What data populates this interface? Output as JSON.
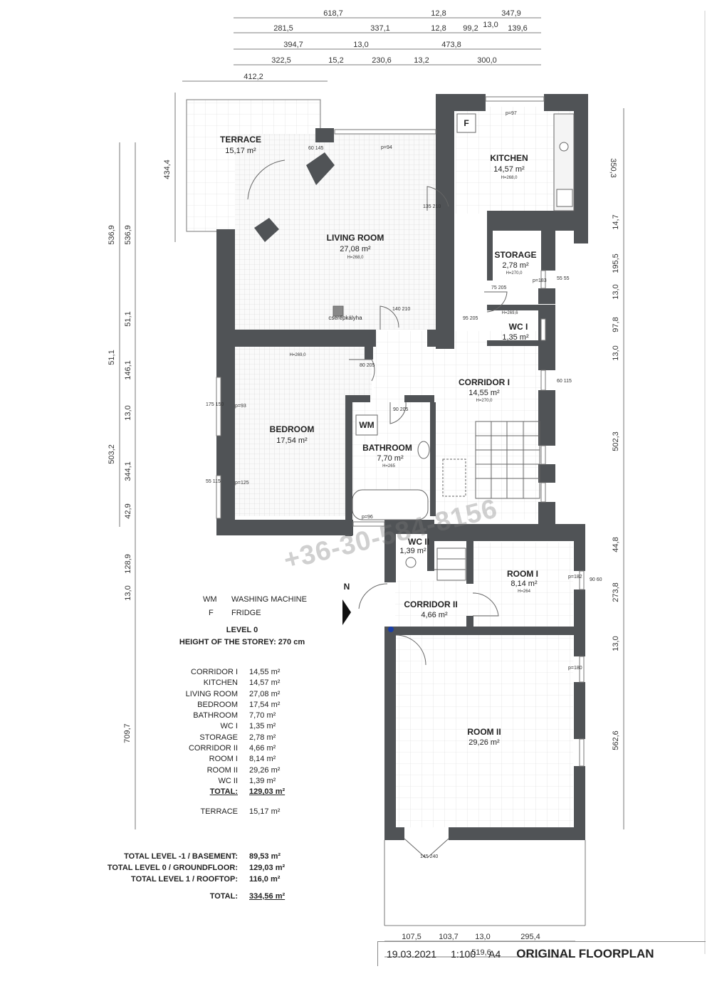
{
  "dimensions": {
    "top_row1": [
      "618,7",
      "12,8",
      "347,9"
    ],
    "top_row2": [
      "281,5",
      "337,1",
      "12,8",
      "99,2",
      "13,0",
      "139,6"
    ],
    "top_row3": [
      "394,7",
      "13,0",
      "473,8"
    ],
    "top_row4": [
      "322,5",
      "15,2",
      "230,6",
      "13,2",
      "300,0"
    ],
    "terrace_width": "412,2",
    "terrace_height": "434,4",
    "left_outer": [
      "536,9",
      "51,1",
      "503,2",
      "709,7"
    ],
    "left_inner": [
      "536,9",
      "51,1",
      "146,1",
      "13,0",
      "344,1",
      "42,9",
      "128,9",
      "13,0"
    ],
    "right_side": [
      "350,3",
      "14,7",
      "195,5",
      "13,0",
      "97,8",
      "13,0",
      "502,3",
      "44,8",
      "273,8",
      "13,0",
      "562,6"
    ],
    "bottom_row1": [
      "107,5",
      "103,7",
      "13,0",
      "295,4"
    ],
    "bottom_total": "519,6"
  },
  "rooms": [
    {
      "name": "TERRACE",
      "area": "15,17 m²"
    },
    {
      "name": "KITCHEN",
      "area": "14,57 m²",
      "height": "H=268,0"
    },
    {
      "name": "LIVING ROOM",
      "area": "27,08 m²",
      "height": "H=268,0"
    },
    {
      "name": "STORAGE",
      "area": "2,78 m²",
      "height": "H=270,0"
    },
    {
      "name": "WC I",
      "area": "1,35 m²",
      "height": "H=269,6"
    },
    {
      "name": "CORRIDOR I",
      "area": "14,55 m²",
      "height": "H=270,0"
    },
    {
      "name": "BEDROOM",
      "area": "17,54 m²",
      "height": "H=269,0"
    },
    {
      "name": "BATHROOM",
      "area": "7,70 m²",
      "height": "H=265"
    },
    {
      "name": "WC II",
      "area": "1,39 m²"
    },
    {
      "name": "ROOM I",
      "area": "8,14 m²",
      "height": "H=264"
    },
    {
      "name": "CORRIDOR II",
      "area": "4,66 m²"
    },
    {
      "name": "ROOM II",
      "area": "29,26 m²"
    }
  ],
  "fixture_labels": {
    "fridge": "F",
    "washing_machine": "WM",
    "stove": "cserépkályha",
    "north": "N"
  },
  "openings": [
    "60\n145",
    "p=94",
    "p=97",
    "135\n210",
    "75\n205",
    "p=183",
    "55\n55",
    "80\n205",
    "90\n205",
    "175\n150",
    "p=93",
    "55\n115",
    "p=125",
    "60\n115",
    "p=96",
    "90\n60",
    "p=182",
    "p=180",
    "145\n240",
    "140\n210",
    "95\n205"
  ],
  "legend": [
    {
      "code": "WM",
      "text": "WASHING MACHINE"
    },
    {
      "code": "F",
      "text": "FRIDGE"
    }
  ],
  "level_title": "LEVEL 0",
  "storey_height": "HEIGHT OF THE STOREY: 270 cm",
  "area_list": [
    {
      "name": "CORRIDOR I",
      "value": "14,55 m²"
    },
    {
      "name": "KITCHEN",
      "value": "14,57 m²"
    },
    {
      "name": "LIVING ROOM",
      "value": "27,08 m²"
    },
    {
      "name": "BEDROOM",
      "value": "17,54 m²"
    },
    {
      "name": "BATHROOM",
      "value": "7,70 m²"
    },
    {
      "name": "WC I",
      "value": "1,35 m²"
    },
    {
      "name": "STORAGE",
      "value": "2,78 m²"
    },
    {
      "name": "CORRIDOR II",
      "value": "4,66 m²"
    },
    {
      "name": "ROOM I",
      "value": "8,14 m²"
    },
    {
      "name": "ROOM II",
      "value": "29,26 m²"
    },
    {
      "name": "WC II",
      "value": "1,39 m²"
    }
  ],
  "area_total": {
    "name": "TOTAL:",
    "value": "129,03 m²"
  },
  "terrace_entry": {
    "name": "TERRACE",
    "value": "15,17 m²"
  },
  "level_totals": [
    {
      "name": "TOTAL LEVEL -1 / BASEMENT:",
      "value": "89,53 m²",
      "underline": false
    },
    {
      "name": "TOTAL LEVEL 0 / GROUNDFLOOR:",
      "value": "129,03 m²",
      "underline": false
    },
    {
      "name": "TOTAL LEVEL 1 / ROOFTOP:",
      "value": "116,0 m²",
      "underline": false
    },
    {
      "name": "TOTAL:",
      "value": "334,56 m²",
      "underline": true
    }
  ],
  "footer": {
    "date": "19.03.2021",
    "scale": "1:100",
    "paper": "A4",
    "title": "ORIGINAL FLOORPLAN"
  },
  "watermark": "+36-30-584-8156",
  "colors": {
    "wall": "#505356",
    "floor_line": "#d4d4d4",
    "north_marker": "#1a3fa8"
  }
}
